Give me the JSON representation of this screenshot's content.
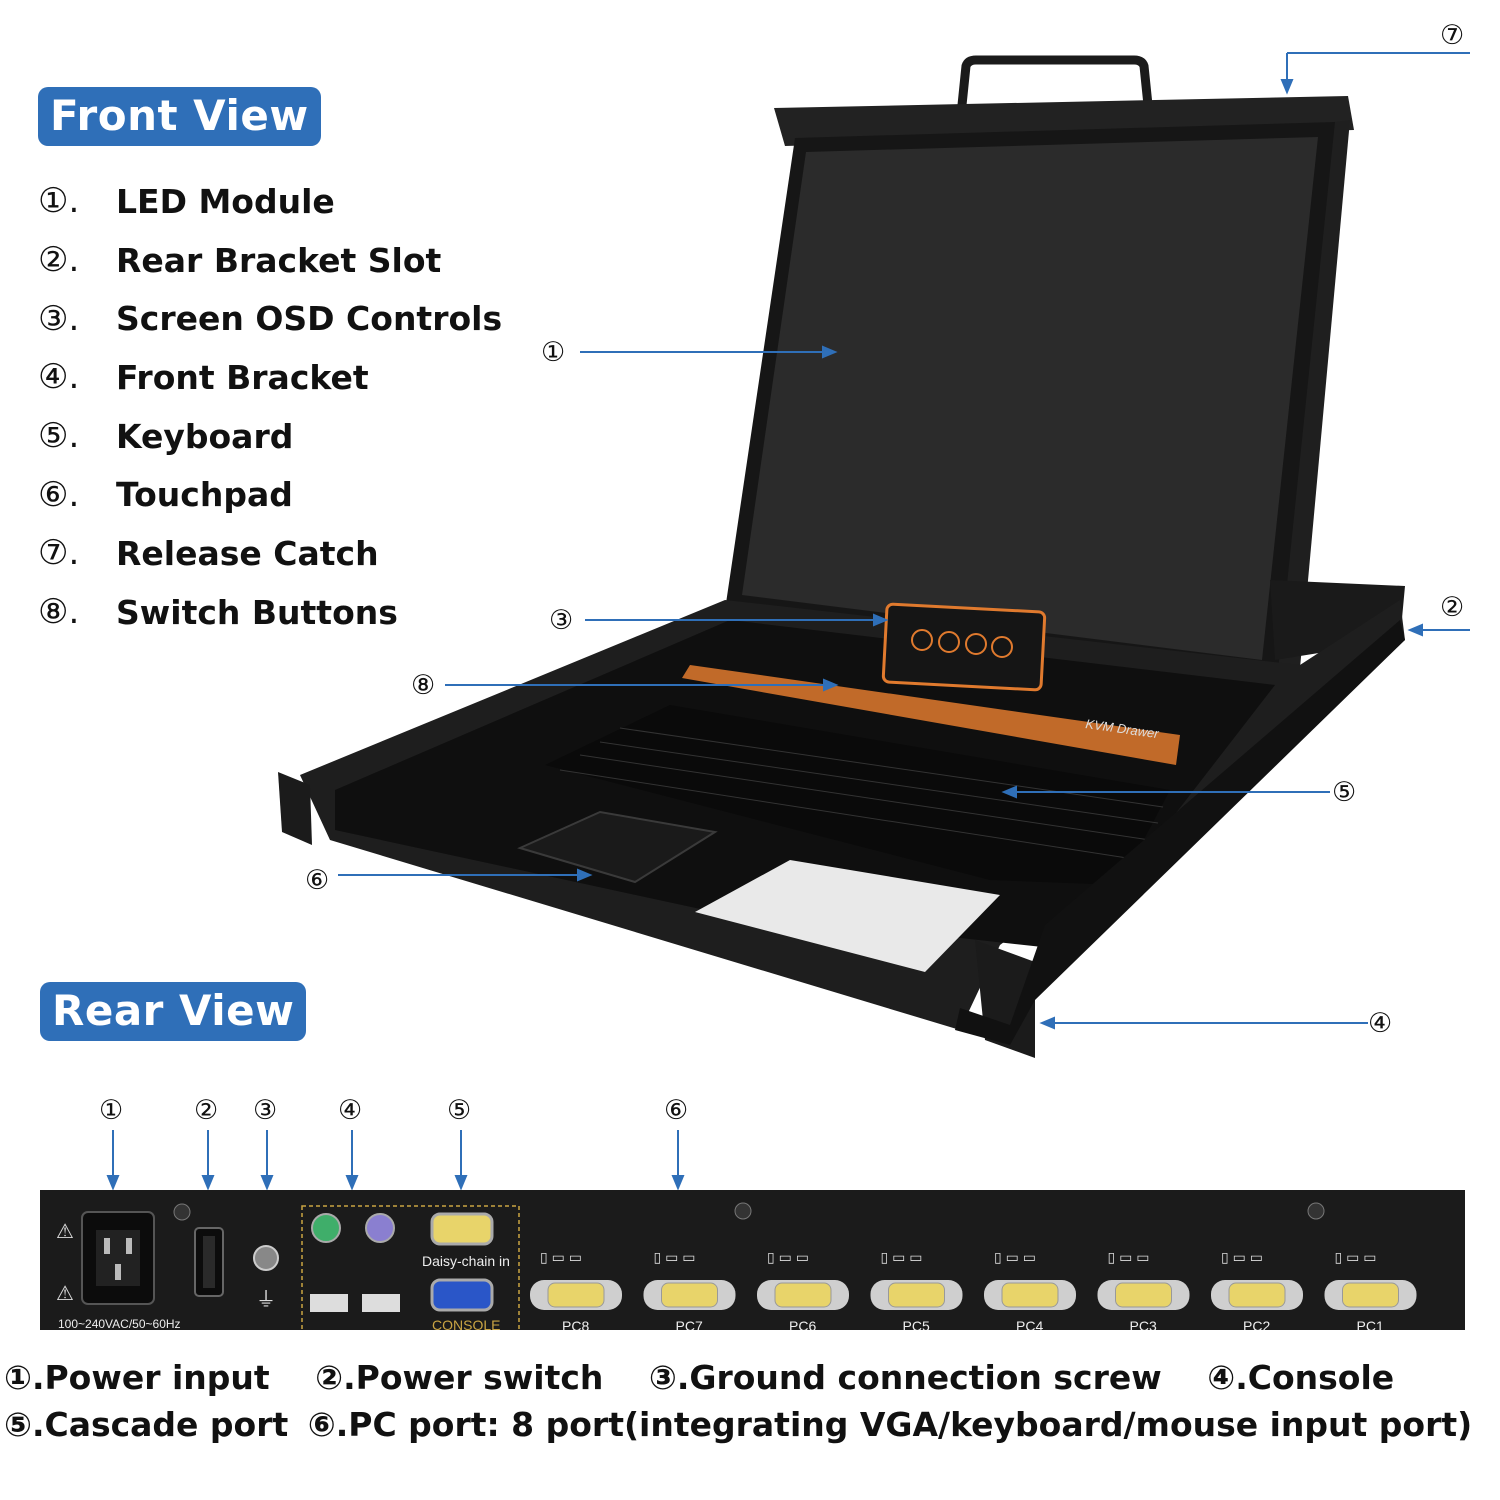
{
  "front": {
    "title": "Front View",
    "items": [
      {
        "num": "①.",
        "label": "LED Module"
      },
      {
        "num": "②.",
        "label": "Rear Bracket Slot"
      },
      {
        "num": "③.",
        "label": "Screen OSD Controls"
      },
      {
        "num": "④.",
        "label": "Front Bracket"
      },
      {
        "num": "⑤.",
        "label": "Keyboard"
      },
      {
        "num": "⑥.",
        "label": "Touchpad"
      },
      {
        "num": "⑦.",
        "label": "Release Catch"
      },
      {
        "num": "⑧.",
        "label": "Switch Buttons"
      }
    ],
    "callouts": [
      "①",
      "②",
      "③",
      "④",
      "⑤",
      "⑥",
      "⑦",
      "⑧"
    ],
    "kvm_label": "KVM Drawer"
  },
  "rear": {
    "title": "Rear View",
    "callouts": [
      "①",
      "②",
      "③",
      "④",
      "⑤",
      "⑥"
    ],
    "power_rating": "100~240VAC/50~60Hz",
    "daisy_label": "Daisy-chain in",
    "console_label": "CONSOLE",
    "ports": [
      "PC8",
      "PC7",
      "PC6",
      "PC5",
      "PC4",
      "PC3",
      "PC2",
      "PC1"
    ],
    "captions_line1": [
      "①.Power input",
      "②.Power switch",
      "③.Ground connection screw",
      "④.Console"
    ],
    "captions_line2": [
      "⑤.Cascade port",
      "⑥.PC port: 8 port(integrating VGA/keyboard/mouse input port)"
    ]
  },
  "colors": {
    "badge": "#2f6fb8",
    "callout_line": "#2f6fb8",
    "accent_orange": "#e07a2e",
    "device": "#1b1b1b",
    "port_yellow": "#e8d46a",
    "port_blue": "#2a56c8"
  }
}
